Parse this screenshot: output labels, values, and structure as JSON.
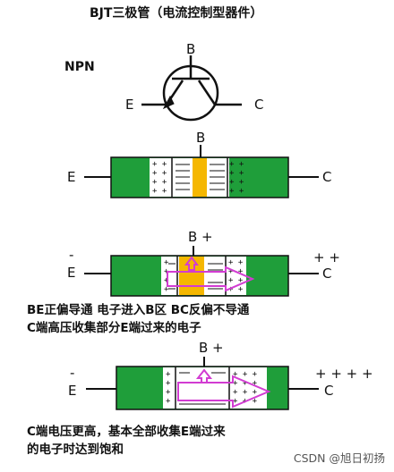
{
  "title": "BJT三极管（电流控制型器件）",
  "npn_label": "NPN",
  "symbol": {
    "b": "B",
    "e": "E",
    "c": "C"
  },
  "diagram1": {
    "b": "B",
    "e": "E",
    "c": "C"
  },
  "diagram2": {
    "b": "B +",
    "e_sign": "-",
    "e": "E",
    "c_sign": "+ +",
    "c": "C"
  },
  "caption1": [
    "BE正偏导通  电子进入B区  BC反偏不导通",
    "C端高压收集部分E端过来的电子"
  ],
  "diagram3": {
    "b": "B +",
    "e_sign": "-",
    "e": "E",
    "c_sign": "+ + + +",
    "c": "C"
  },
  "caption2": [
    "C端电压更高，基本全部收集E端过来",
    "的电子时达到饱和"
  ],
  "watermark": "CSDN @旭日初扬",
  "colors": {
    "green": "#1f9e3a",
    "orange": "#f5b700",
    "magenta": "#d23cd2",
    "text": "#111111"
  }
}
